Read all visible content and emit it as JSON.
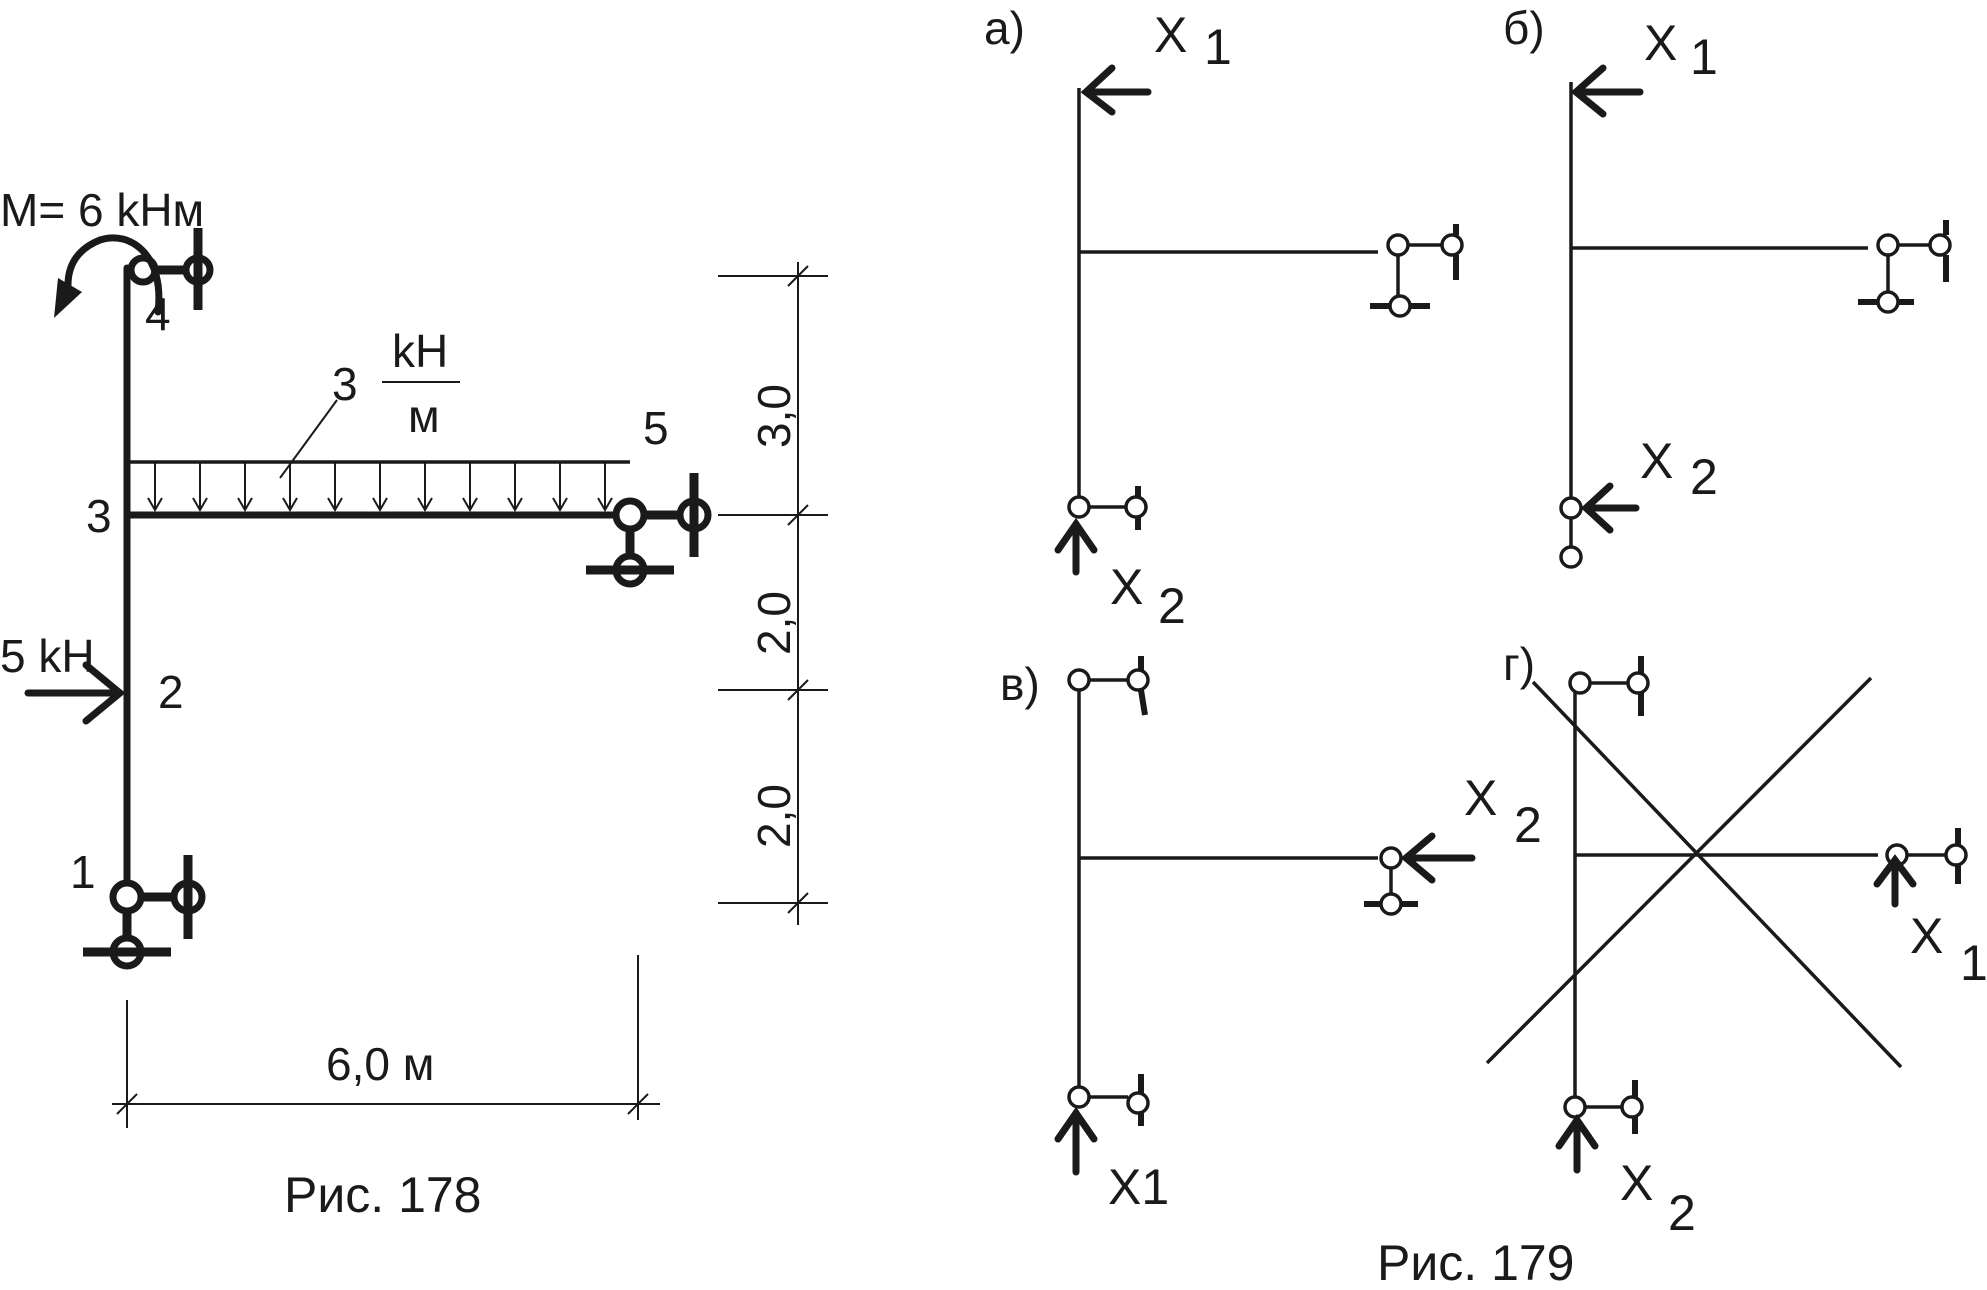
{
  "fig178": {
    "moment_label": "M= 6 kHм",
    "node_1": "1",
    "node_2": "2",
    "node_3": "3",
    "node_4": "4",
    "node_5": "5",
    "force_label": "5 kH",
    "load_value": "3",
    "load_unit_top": "kH",
    "load_unit_bottom": "м",
    "dim_top": "3,0",
    "dim_mid": "2,0",
    "dim_bot": "2,0",
    "dim_span": "6,0 м",
    "caption": "Рис. 178"
  },
  "fig179": {
    "a": {
      "label": "а)",
      "x1": "X",
      "x1_sub": "1",
      "x2": "X",
      "x2_sub": "2"
    },
    "b": {
      "label": "б)",
      "x1": "X",
      "x1_sub": "1",
      "x2": "X",
      "x2_sub": "2"
    },
    "v": {
      "label": "в)",
      "x1": "X1",
      "x2": "X",
      "x2_sub": "2"
    },
    "g": {
      "label": "г)",
      "x1": "X",
      "x1_sub": "1",
      "x2": "X",
      "x2_sub": "2"
    },
    "caption": "Рис. 179"
  }
}
